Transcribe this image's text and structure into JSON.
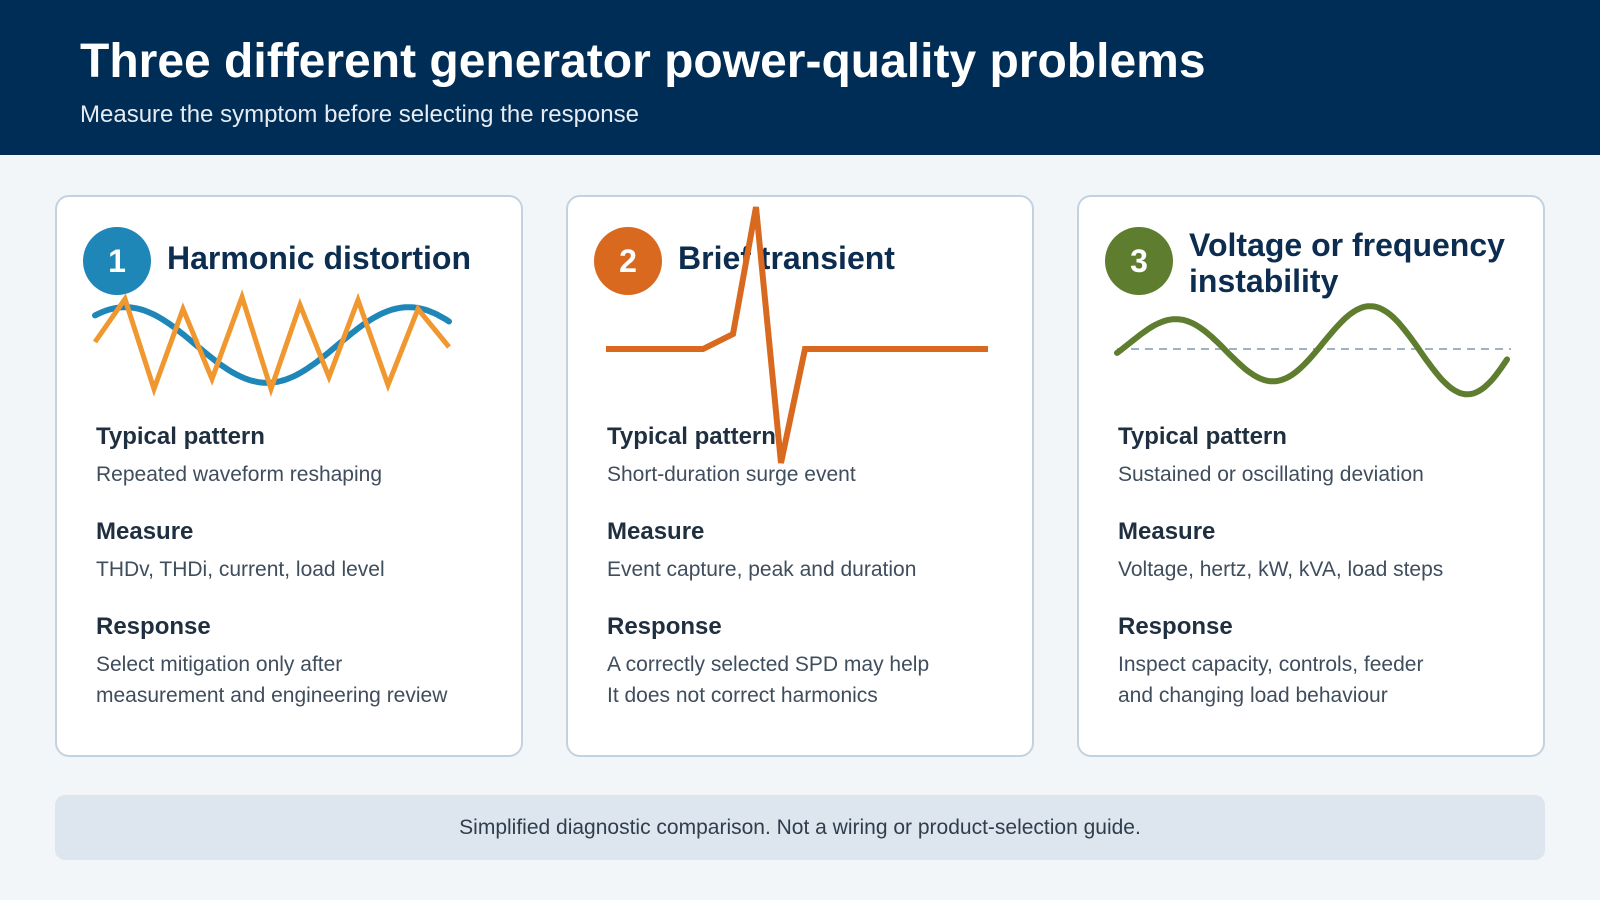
{
  "header": {
    "title": "Three different generator power-quality problems",
    "subtitle": "Measure the symptom before selecting the response"
  },
  "cards": [
    {
      "number": "1",
      "title": "Harmonic distortion",
      "color": "#1f86b8",
      "sections": [
        {
          "heading": "Typical pattern",
          "text": [
            "Repeated waveform reshaping"
          ]
        },
        {
          "heading": "Measure",
          "text": [
            "THDv, THDi, current, load level"
          ]
        },
        {
          "heading": "Response",
          "text": [
            "Select mitigation only after",
            "measurement and engineering review"
          ]
        }
      ]
    },
    {
      "number": "2",
      "title": "Brief transient",
      "color": "#d9691f",
      "sections": [
        {
          "heading": "Typical pattern",
          "text": [
            "Short-duration surge event"
          ]
        },
        {
          "heading": "Measure",
          "text": [
            "Event capture, peak and duration"
          ]
        },
        {
          "heading": "Response",
          "text": [
            "A correctly selected SPD may help",
            "It does not correct harmonics"
          ]
        }
      ]
    },
    {
      "number": "3",
      "title_lines": [
        "Voltage or frequency",
        "instability"
      ],
      "color": "#5e7d2e",
      "sections": [
        {
          "heading": "Typical pattern",
          "text": [
            "Sustained or oscillating deviation"
          ]
        },
        {
          "heading": "Measure",
          "text": [
            "Voltage, hertz, kW, kVA, load steps"
          ]
        },
        {
          "heading": "Response",
          "text": [
            "Inspect capacity, controls, feeder",
            "and changing load behaviour"
          ]
        }
      ]
    }
  ],
  "wave_colors": {
    "fundamental": "#1f86b8",
    "harmonic": "#f0972f",
    "transient": "#d9691f",
    "instability": "#5e7d2e",
    "reference": "#9fb1c2"
  },
  "footer_note": "Simplified diagnostic comparison. Not a wiring or product-selection guide."
}
